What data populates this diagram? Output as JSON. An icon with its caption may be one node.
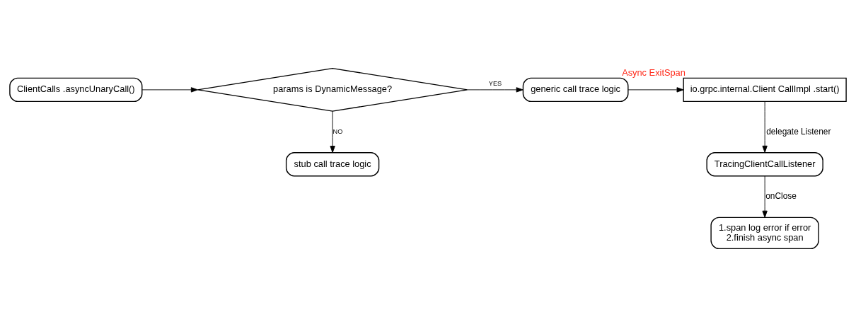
{
  "diagram": {
    "nodes": [
      {
        "text": [
          "ClientCalls .asyncUnaryCall()"
        ]
      },
      {
        "text": [
          "params is DynamicMessage?"
        ]
      },
      {
        "text": [
          "generic call trace logic"
        ]
      },
      {
        "text": [
          "io.grpc.internal.Client CallImpl .start()"
        ],
        "beside": [
          "Async ExitSpan"
        ]
      },
      {
        "text": [
          "stub call trace logic"
        ]
      },
      {
        "text": [
          "TracingClientCallListener"
        ]
      },
      {
        "text": [
          "1.span log error if error",
          "2.finish async span"
        ]
      }
    ],
    "edges": [
      {
        "from": 0,
        "to": 1,
        "arrow": "to"
      },
      {
        "from": 1,
        "to": 2,
        "arrow": "to",
        "label": "YES"
      },
      {
        "from": 2,
        "to": 3,
        "arrow": "to"
      },
      {
        "from": 1,
        "to": 4,
        "arrow": "to",
        "label": "NO"
      },
      {
        "from": 3,
        "to": 5,
        "arrow": "to",
        "label": "delegate Listener"
      },
      {
        "from": 5,
        "to": 6,
        "arrow": "to",
        "label": "onClose"
      }
    ]
  }
}
